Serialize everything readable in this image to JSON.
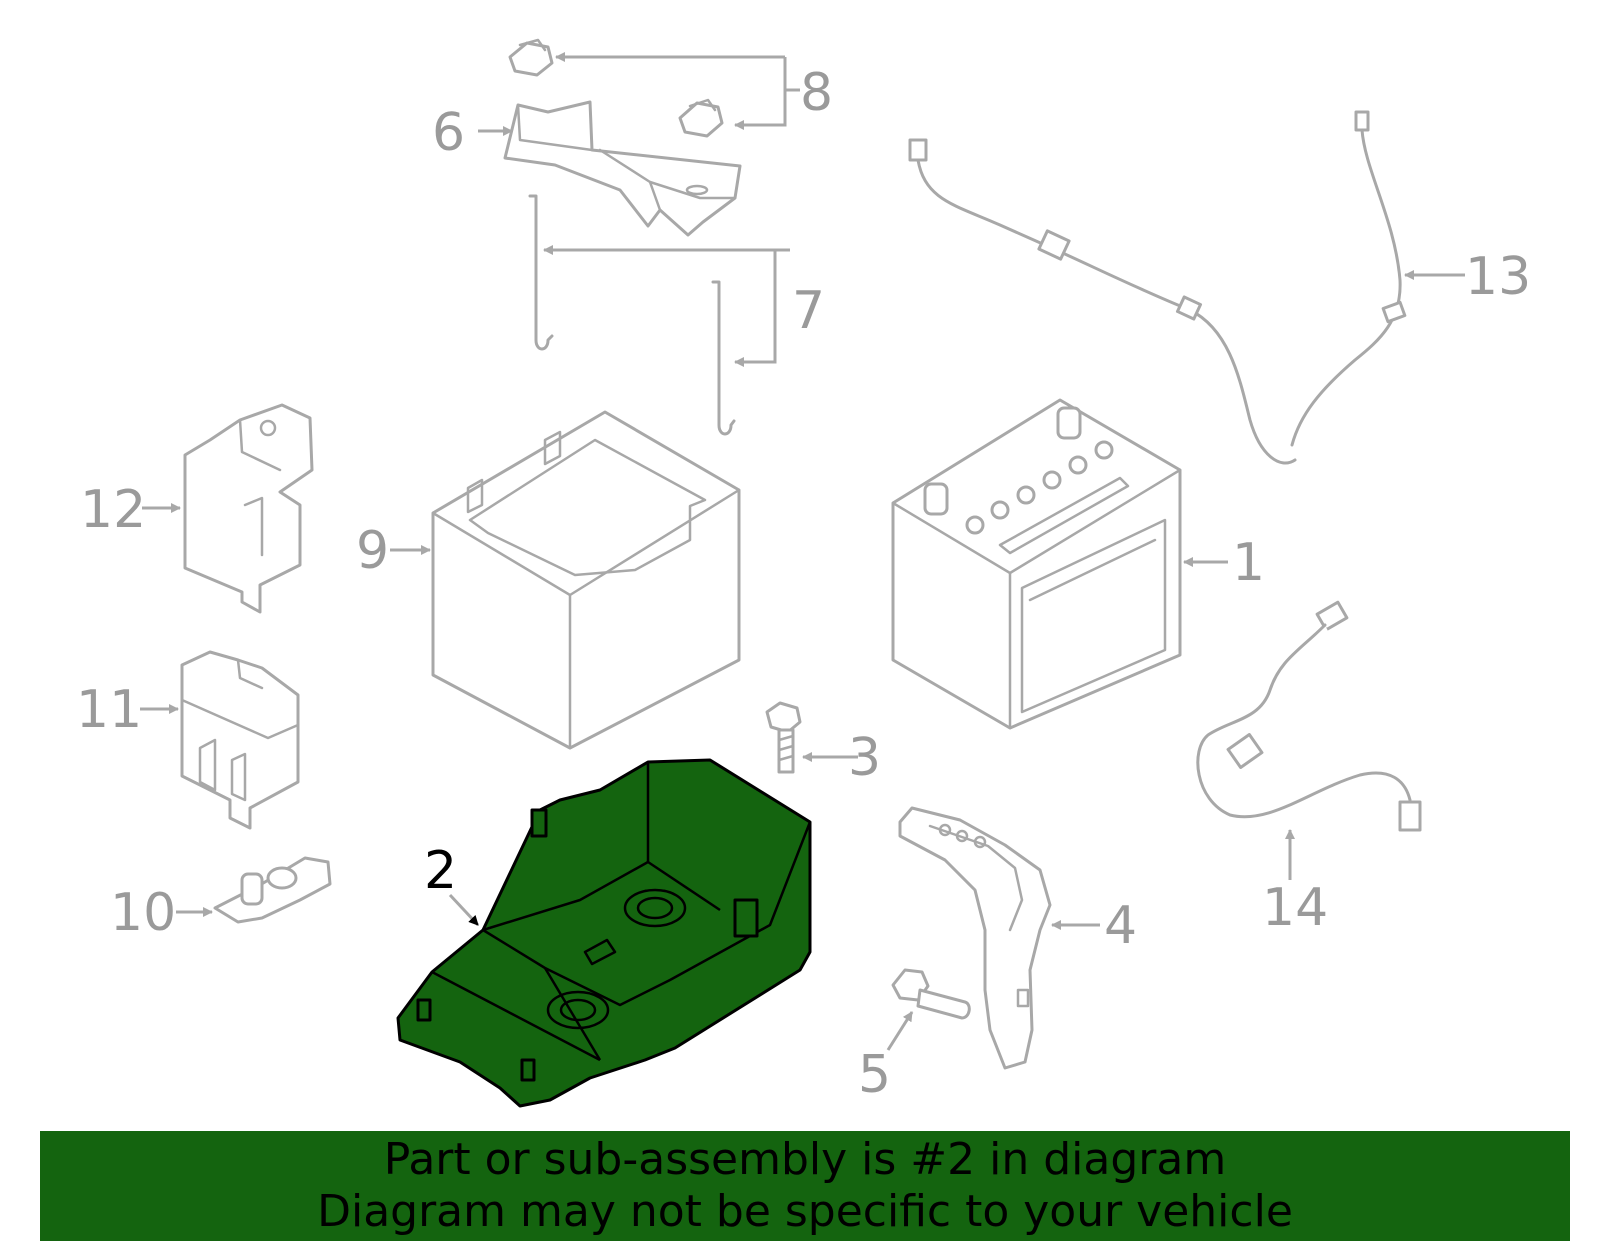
{
  "callouts": {
    "c1": "1",
    "c2": "2",
    "c3": "3",
    "c4": "4",
    "c5": "5",
    "c6": "6",
    "c7": "7",
    "c8": "8",
    "c9": "9",
    "c10": "10",
    "c11": "11",
    "c12": "12",
    "c13": "13",
    "c14": "14"
  },
  "highlighted_part": "2",
  "colors": {
    "highlight": "#14640f",
    "line_art": "#a8a8a8",
    "banner_text": "#000000"
  },
  "banner": {
    "line1": "Part or sub-assembly is #2 in diagram",
    "line2": "Diagram may not be specific to your vehicle"
  }
}
